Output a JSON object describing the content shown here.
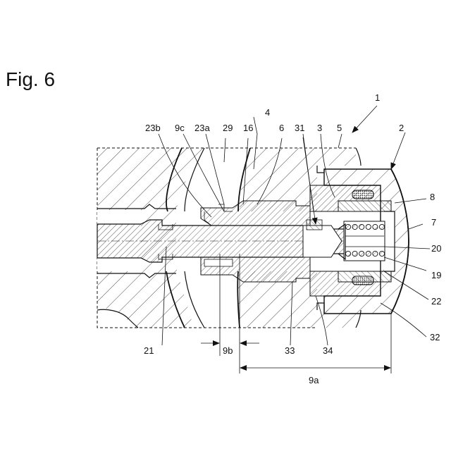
{
  "figure": {
    "title": "Fig. 6"
  },
  "labels": [
    {
      "id": "l23b",
      "text": "23b"
    },
    {
      "id": "l9c",
      "text": "9c"
    },
    {
      "id": "l23a",
      "text": "23a"
    },
    {
      "id": "l29",
      "text": "29"
    },
    {
      "id": "l16",
      "text": "16"
    },
    {
      "id": "l4",
      "text": "4"
    },
    {
      "id": "l6",
      "text": "6"
    },
    {
      "id": "l31",
      "text": "31"
    },
    {
      "id": "l3",
      "text": "3"
    },
    {
      "id": "l5",
      "text": "5"
    },
    {
      "id": "l1",
      "text": "1"
    },
    {
      "id": "l2",
      "text": "2"
    },
    {
      "id": "l8",
      "text": "8"
    },
    {
      "id": "l7",
      "text": "7"
    },
    {
      "id": "l20",
      "text": "20"
    },
    {
      "id": "l19",
      "text": "19"
    },
    {
      "id": "l22",
      "text": "22"
    },
    {
      "id": "l32",
      "text": "32"
    },
    {
      "id": "l21",
      "text": "21"
    },
    {
      "id": "l9b",
      "text": "9b"
    },
    {
      "id": "l33",
      "text": "33"
    },
    {
      "id": "l34",
      "text": "34"
    },
    {
      "id": "l9a",
      "text": "9a"
    }
  ]
}
